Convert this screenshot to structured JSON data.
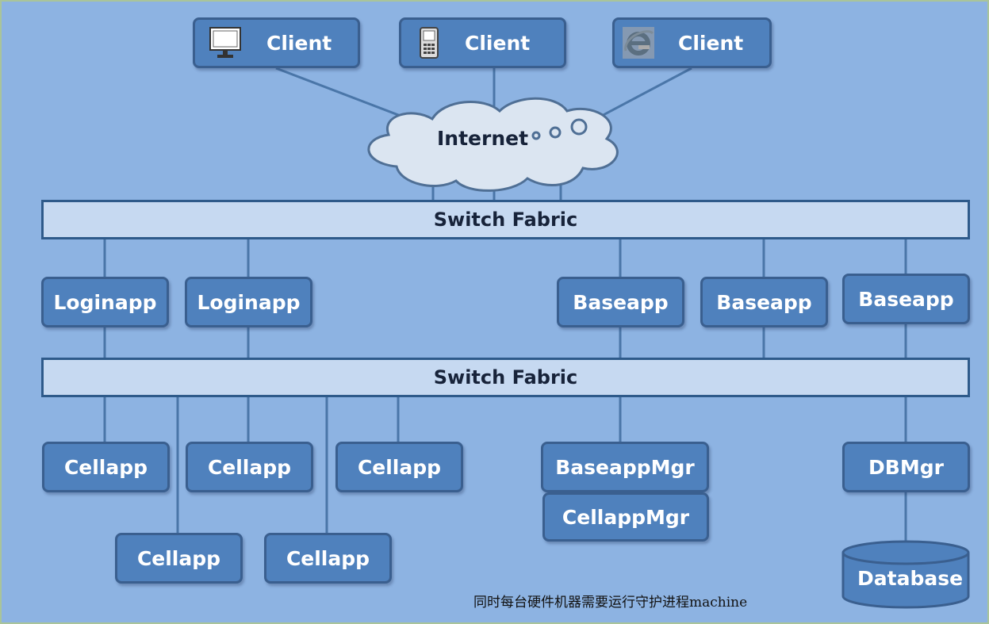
{
  "clients": [
    {
      "label": "Client",
      "icon": "monitor-icon"
    },
    {
      "label": "Client",
      "icon": "mobile-phone-icon"
    },
    {
      "label": "Client",
      "icon": "internet-explorer-icon"
    }
  ],
  "internet": {
    "label": "Internet"
  },
  "fabric_top": {
    "label": "Switch Fabric"
  },
  "fabric_bottom": {
    "label": "Switch Fabric"
  },
  "loginapps": [
    "Loginapp",
    "Loginapp"
  ],
  "baseapps": [
    "Baseapp",
    "Baseapp",
    "Baseapp"
  ],
  "cellapps": [
    "Cellapp",
    "Cellapp",
    "Cellapp",
    "Cellapp",
    "Cellapp"
  ],
  "baseappmgr": {
    "label": "BaseappMgr"
  },
  "cellappmgr": {
    "label": "CellappMgr"
  },
  "dbmgr": {
    "label": "DBMgr"
  },
  "database": {
    "label": "Database"
  },
  "caption": "同时每台硬件机器需要运行守护进程machine",
  "colors": {
    "background": "#8db3e2",
    "box": "#4f81bd",
    "fabric": "#c6d9f1",
    "cloud": "#dbe5f1"
  }
}
